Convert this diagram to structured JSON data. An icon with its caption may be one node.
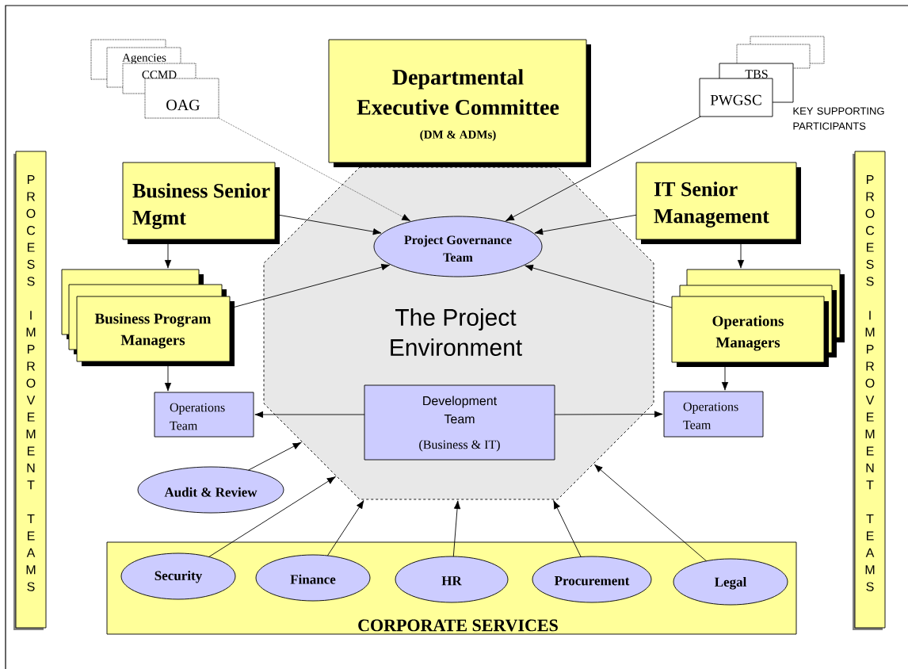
{
  "diagram": {
    "nodes": [
      {
        "text": [],
        "shape": "box"
      },
      {
        "text": [
          "Agencies"
        ]
      },
      {
        "text": [
          "CCMD"
        ]
      },
      {
        "text": [
          "OAG"
        ]
      },
      {
        "text": [
          "Departmental Executive Committee",
          "(DM & ADMs)"
        ]
      },
      {
        "text": [],
        "shape": "box"
      },
      {
        "text": [],
        "shape": "box"
      },
      {
        "text": [
          "TBS"
        ]
      },
      {
        "text": [
          "PWGSC"
        ]
      },
      {
        "text": [
          "PROCESS IMPROVEMENT TEAMS"
        ]
      },
      {
        "text": [
          "Business Senior Mgmt"
        ]
      },
      {
        "text": [
          "The Project Environment"
        ]
      },
      {
        "text": [
          "Project Governance Team"
        ],
        "in": 11
      },
      {
        "text": [
          "IT Senior Management"
        ]
      },
      {
        "text": [
          "PROCESS IMPROVEMENT TEAMS"
        ]
      },
      {
        "text": [
          "Business Program Managers"
        ]
      },
      {
        "text": [
          "Operations Managers"
        ]
      },
      {
        "text": [
          "Operations Team"
        ]
      },
      {
        "text": [
          "Development Team",
          "(Business & IT)"
        ],
        "in": 11
      },
      {
        "text": [
          "Operations Team"
        ]
      },
      {
        "text": [
          "Audit & Review"
        ]
      },
      {
        "text": [
          "CORPORATE SERVICES"
        ]
      },
      {
        "text": [
          "Security"
        ],
        "in": 21
      },
      {
        "text": [
          "Finance"
        ],
        "in": 21
      },
      {
        "text": [
          "HR"
        ],
        "in": 21
      },
      {
        "text": [
          "Procurement"
        ],
        "in": 21
      },
      {
        "text": [
          "Legal"
        ],
        "in": 21
      }
    ],
    "edges": [
      {
        "from": 3,
        "to": 12,
        "arrow": "to",
        "style": "dashed"
      },
      {
        "from": 8,
        "to": 12,
        "arrow": "to"
      },
      {
        "from": 10,
        "to": 12,
        "arrow": "to"
      },
      {
        "from": 13,
        "to": 12,
        "arrow": "to"
      },
      {
        "from": 15,
        "to": 12,
        "arrow": "to"
      },
      {
        "from": 16,
        "to": 12,
        "arrow": "to"
      },
      {
        "from": 10,
        "to": 15,
        "arrow": "to"
      },
      {
        "from": 13,
        "to": 16,
        "arrow": "to"
      },
      {
        "from": 15,
        "to": 17,
        "arrow": "to"
      },
      {
        "from": 16,
        "to": 19,
        "arrow": "to"
      },
      {
        "from": 18,
        "to": 17,
        "arrow": "to"
      },
      {
        "from": 18,
        "to": 19,
        "arrow": "to"
      },
      {
        "from": 20,
        "to": 11,
        "arrow": "to"
      },
      {
        "from": 22,
        "to": 11,
        "arrow": "to"
      },
      {
        "from": 23,
        "to": 11,
        "arrow": "to"
      },
      {
        "from": 24,
        "to": 11,
        "arrow": "to"
      },
      {
        "from": 25,
        "to": 11,
        "arrow": "to"
      },
      {
        "from": 26,
        "to": 11,
        "arrow": "to"
      }
    ],
    "labels": [
      "KEY SUPPORTING PARTICIPANTS"
    ]
  }
}
